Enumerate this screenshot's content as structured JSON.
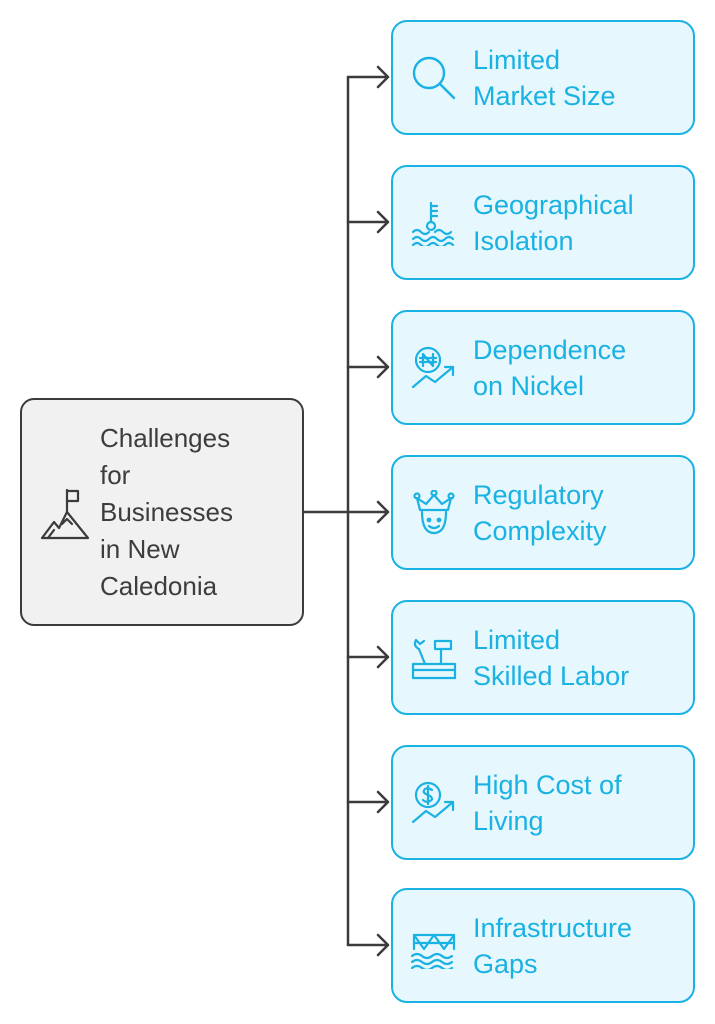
{
  "root": {
    "label": "Challenges\nfor\nBusinesses\nin New\nCaledonia",
    "icon": "mountain-flag-icon"
  },
  "items": [
    {
      "label": "Limited\nMarket Size",
      "icon": "magnifier-icon"
    },
    {
      "label": "Geographical\nIsolation",
      "icon": "thermometer-water-icon"
    },
    {
      "label": "Dependence\non Nickel",
      "icon": "naira-coin-trend-icon"
    },
    {
      "label": "Regulatory\nComplexity",
      "icon": "crowned-face-icon"
    },
    {
      "label": "Limited\nSkilled Labor",
      "icon": "toolbox-icon"
    },
    {
      "label": "High Cost of\nLiving",
      "icon": "dollar-coin-trend-icon"
    },
    {
      "label": "Infrastructure\nGaps",
      "icon": "bridge-water-icon"
    }
  ],
  "colors": {
    "accent": "#1ab1e3",
    "item_fill": "#e6f8fd",
    "root_fill": "#f1f1f1",
    "root_border": "#3b3b3b",
    "connector": "#3b3b3b"
  }
}
